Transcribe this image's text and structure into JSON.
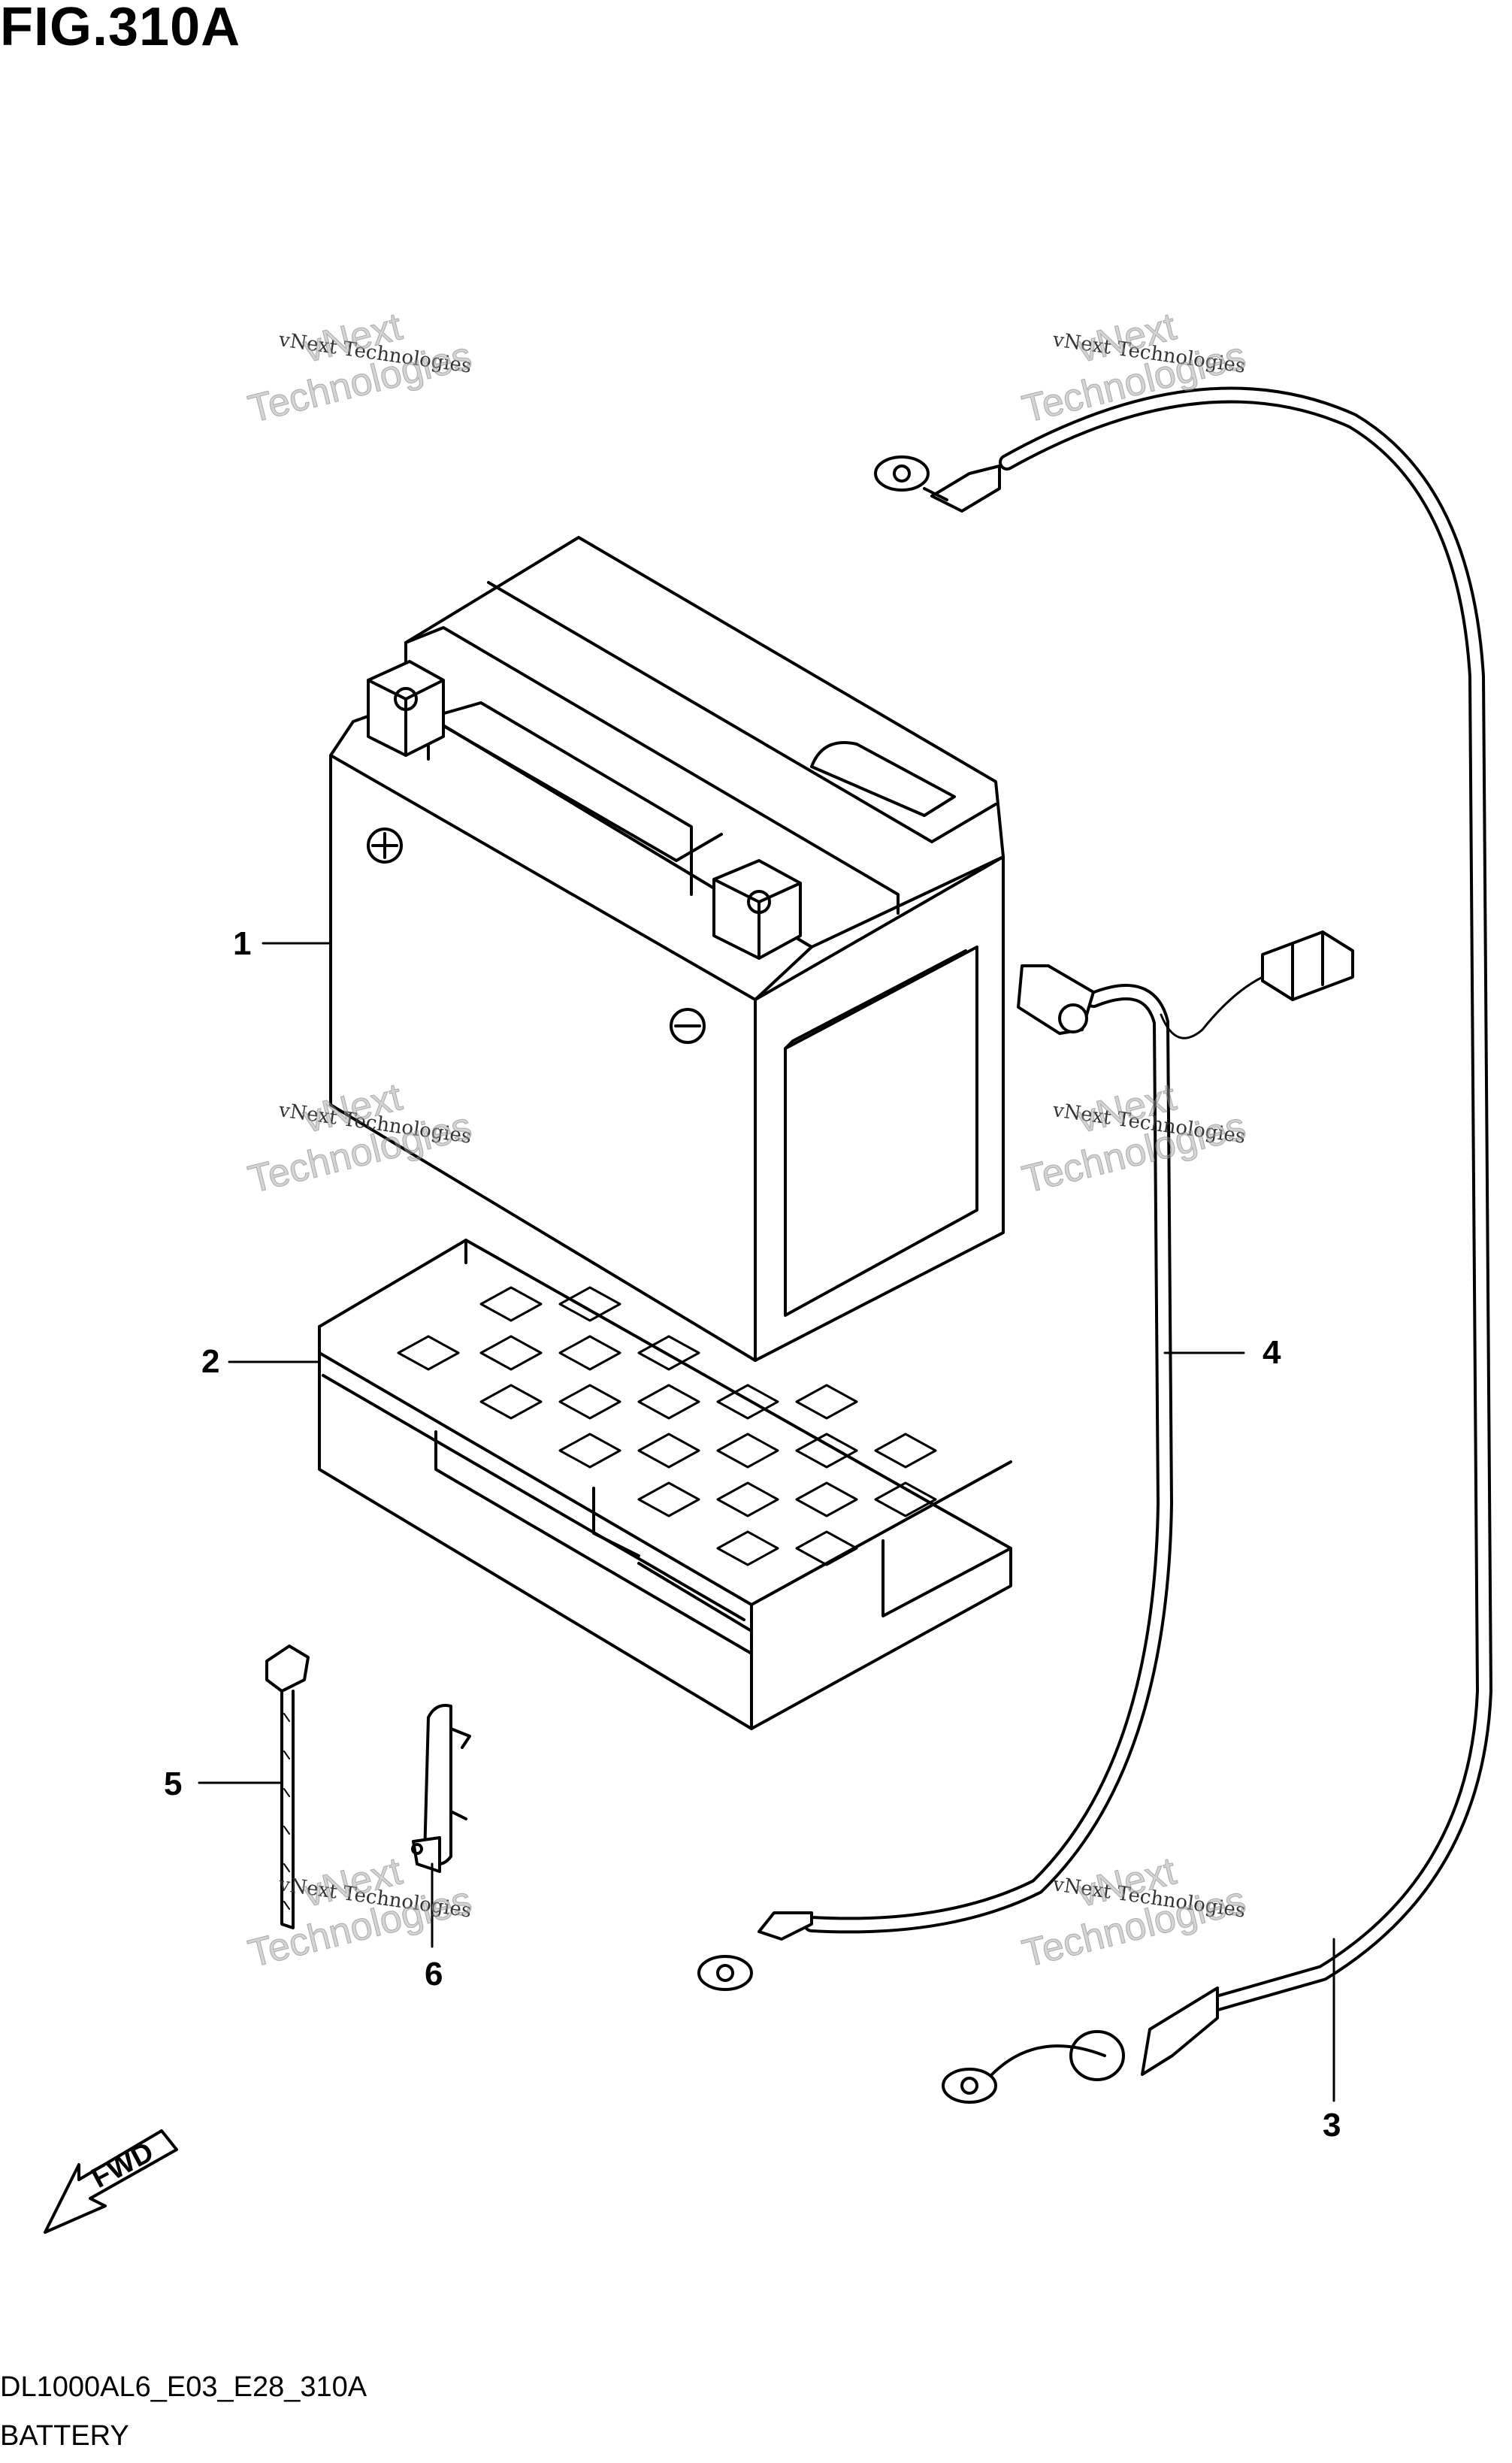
{
  "figure": {
    "title": "FIG.310A",
    "code": "DL1000AL6_E03_E28_310A",
    "name": "BATTERY"
  },
  "callouts": [
    "1",
    "2",
    "3",
    "4",
    "5",
    "6"
  ],
  "fwd_label": "FWD",
  "watermark": {
    "small": "vNext Technologies",
    "big_line1": "vNext",
    "big_line2": "Technologies"
  },
  "icons": {
    "fwd": "fwd-arrow-icon"
  }
}
